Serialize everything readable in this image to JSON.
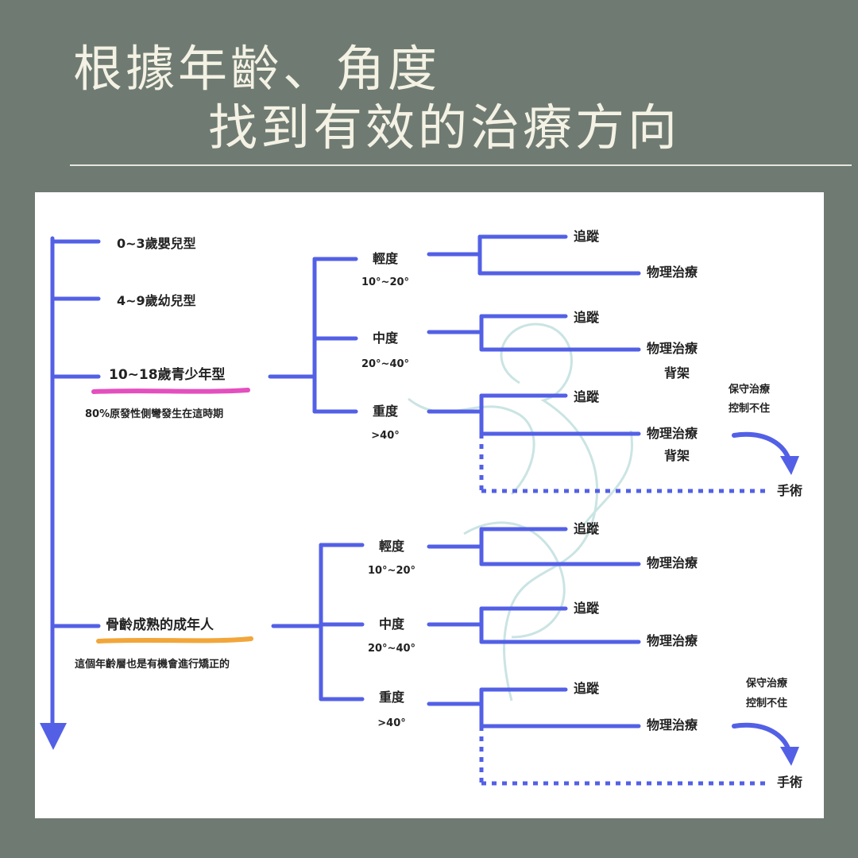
{
  "title": {
    "line1": "根據年齡、角度",
    "line2": "找到有效的治療方向"
  },
  "colors": {
    "background": "#6f7b72",
    "panel": "#ffffff",
    "line": "#5360e6",
    "teen_highlight": "#e44fbf",
    "adult_highlight": "#f2a63a",
    "watermark": "#b9dcda"
  },
  "age_groups": {
    "infant": "0~3歲嬰兒型",
    "child": "4~9歲幼兒型",
    "teen": "10~18歲青少年型",
    "teen_note": "80%原發性側彎發生在這時期",
    "adult": "骨齡成熟的成年人",
    "adult_note": "這個年齡層也是有機會進行矯正的"
  },
  "teen_branch": {
    "mild": {
      "label": "輕度",
      "range": "10°~20°"
    },
    "moderate": {
      "label": "中度",
      "range": "20°~40°"
    },
    "severe": {
      "label": "重度",
      "range": ">40°"
    },
    "mild_outcomes": [
      "追蹤",
      "物理治療"
    ],
    "moderate_outcomes": [
      "追蹤",
      "物理治療",
      "背架"
    ],
    "severe_outcomes": [
      "追蹤",
      "物理治療",
      "背架"
    ],
    "fallback_note": [
      "保守治療",
      "控制不住"
    ],
    "surgery": "手術"
  },
  "adult_branch": {
    "mild": {
      "label": "輕度",
      "range": "10°~20°"
    },
    "moderate": {
      "label": "中度",
      "range": "20°~40°"
    },
    "severe": {
      "label": "重度",
      "range": ">40°"
    },
    "mild_outcomes": [
      "追蹤",
      "物理治療"
    ],
    "moderate_outcomes": [
      "追蹤",
      "物理治療"
    ],
    "severe_outcomes": [
      "追蹤",
      "物理治療"
    ],
    "fallback_note": [
      "保守治療",
      "控制不住"
    ],
    "surgery": "手術"
  }
}
